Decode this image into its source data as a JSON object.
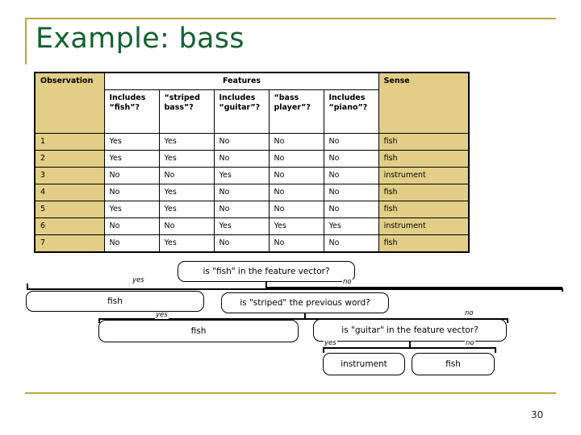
{
  "slide": {
    "title": "Example: bass",
    "page_number": "30",
    "accent_color": "#bfa838",
    "title_color": "#15622f",
    "table_shade_color": "#e2ce86"
  },
  "table": {
    "group_headers": {
      "observation": "Observation",
      "features": "Features",
      "sense": "Sense"
    },
    "feature_columns": [
      "Includes “fish”?",
      "“striped bass”?",
      "Includes “guitar”?",
      "“bass player”?",
      "Includes “piano”?"
    ],
    "rows": [
      {
        "observation": "1",
        "features": [
          "Yes",
          "Yes",
          "No",
          "No",
          "No"
        ],
        "sense": "fish"
      },
      {
        "observation": "2",
        "features": [
          "Yes",
          "Yes",
          "No",
          "No",
          "No"
        ],
        "sense": "fish"
      },
      {
        "observation": "3",
        "features": [
          "No",
          "No",
          "Yes",
          "No",
          "No"
        ],
        "sense": "instrument"
      },
      {
        "observation": "4",
        "features": [
          "No",
          "Yes",
          "No",
          "No",
          "No"
        ],
        "sense": "fish"
      },
      {
        "observation": "5",
        "features": [
          "Yes",
          "Yes",
          "No",
          "No",
          "No"
        ],
        "sense": "fish"
      },
      {
        "observation": "6",
        "features": [
          "No",
          "No",
          "Yes",
          "Yes",
          "Yes"
        ],
        "sense": "instrument"
      },
      {
        "observation": "7",
        "features": [
          "No",
          "Yes",
          "No",
          "No",
          "No"
        ],
        "sense": "fish"
      }
    ]
  },
  "tree": {
    "nodes": {
      "root": "is \"fish\" in the feature vector?",
      "leaf_fish_1": "fish",
      "striped": "is \"striped\" the previous word?",
      "leaf_fish_2": "fish",
      "guitar": "is \"guitar\" in the feature vector?",
      "leaf_instrument": "instrument",
      "leaf_fish_3": "fish"
    },
    "edge_labels": {
      "root_yes": "yes",
      "root_no": "no",
      "striped_yes": "yes",
      "striped_no": "no",
      "guitar_yes": "yes",
      "guitar_no": "no"
    }
  }
}
